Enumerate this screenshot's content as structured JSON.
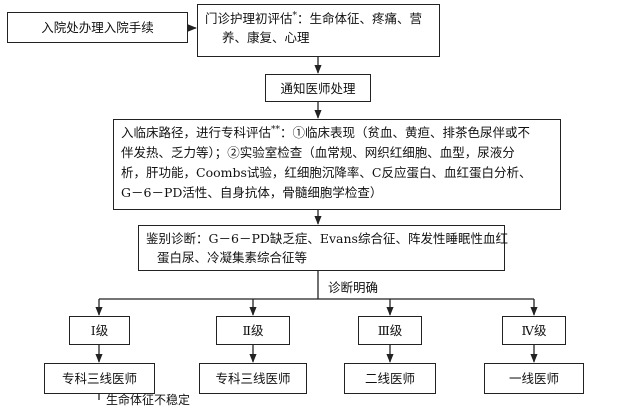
{
  "flow": {
    "admission": "入院处办理入院手续",
    "outpatient": {
      "lead": "门诊护理初评估",
      "mark": "*",
      "body1": "：生命体征、疼痛、营",
      "body2": "养、康复、心理"
    },
    "notify": "通知医师处理",
    "pathway": {
      "lead": "入临床路径，进行专科评估",
      "mark": "**",
      "line1": "：①临床表现（贫血、黄疸、排茶色尿伴或不",
      "line2": "伴发热、乏力等）；②实验室检查（血常规、网织红细胞、血型，尿液分",
      "line3": "析，肝功能，Coombs试验，红细胞沉降率、C反应蛋白、血红蛋白分析、",
      "line4": "G－6－PD活性、自身抗体，骨髓细胞学检查）"
    },
    "differential": {
      "line1": "鉴别诊断：G－6－PD缺乏症、Evans综合征、阵发性睡眠性血红",
      "line2": "蛋白尿、冷凝集素综合征等"
    },
    "diagnosis_label": "诊断明确",
    "levels": [
      {
        "grade": "Ⅰ级",
        "doctor": "专科三线医师"
      },
      {
        "grade": "Ⅱ级",
        "doctor": "专科三线医师"
      },
      {
        "grade": "Ⅲ级",
        "doctor": "二线医师"
      },
      {
        "grade": "Ⅳ级",
        "doctor": "一线医师"
      }
    ],
    "bottom_note": "生命体征不稳定"
  }
}
